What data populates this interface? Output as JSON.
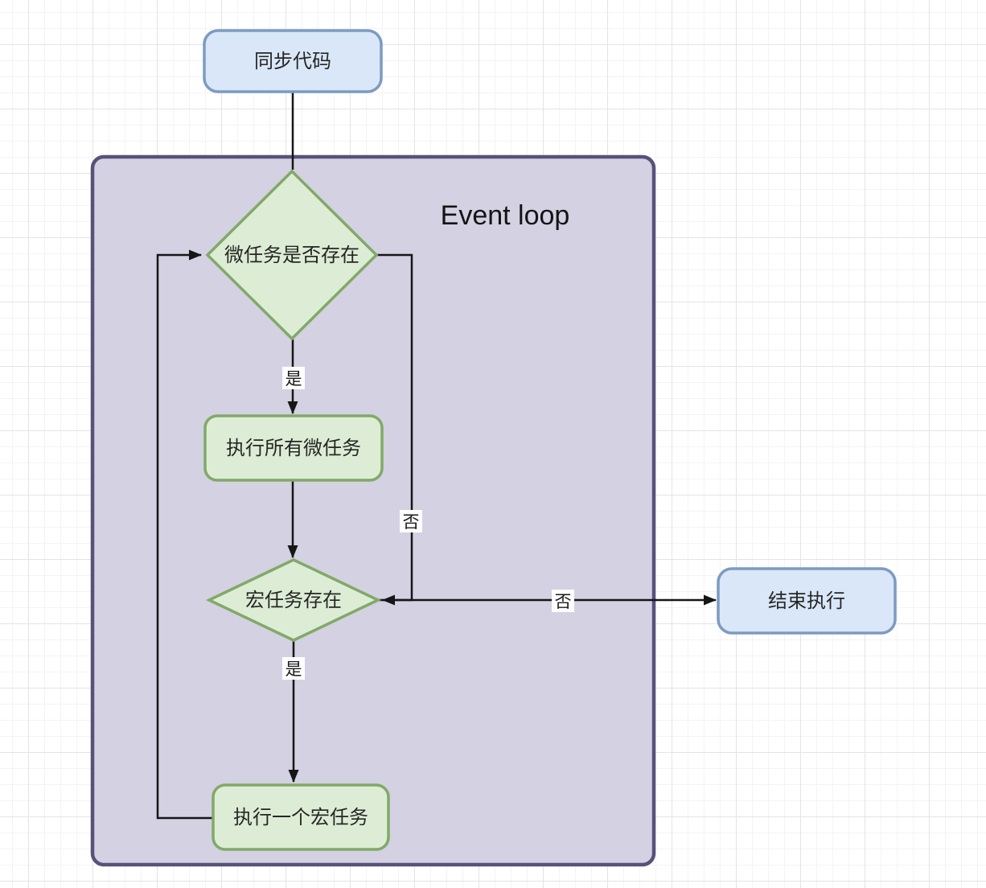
{
  "diagram": {
    "title": "Event loop"
  },
  "nodes": {
    "sync_code": {
      "label": "同步代码",
      "type": "terminal-blue"
    },
    "microtask_check": {
      "label": "微任务是否存在",
      "type": "decision-green"
    },
    "run_microtasks": {
      "label": "执行所有微任务",
      "type": "process-green"
    },
    "macrotask_check": {
      "label": "宏任务存在",
      "type": "decision-green"
    },
    "end_execution": {
      "label": "结束执行",
      "type": "terminal-blue"
    },
    "run_macrotask": {
      "label": "执行一个宏任务",
      "type": "process-green"
    }
  },
  "edge_labels": {
    "yes_microtask": "是",
    "no_microtask": "否",
    "yes_macrotask": "是",
    "no_macrotask": "否"
  },
  "colors": {
    "blue_node_fill": "#d9e7f8",
    "blue_node_border": "#7d9ac2",
    "green_node_fill": "#ddedd5",
    "green_node_border": "#81a968",
    "container_fill": "#d3d1e2",
    "container_border": "#57527a",
    "edge_line": "#161616",
    "grid_major": "#e4e4e9",
    "grid_minor": "#f4f4f7"
  }
}
